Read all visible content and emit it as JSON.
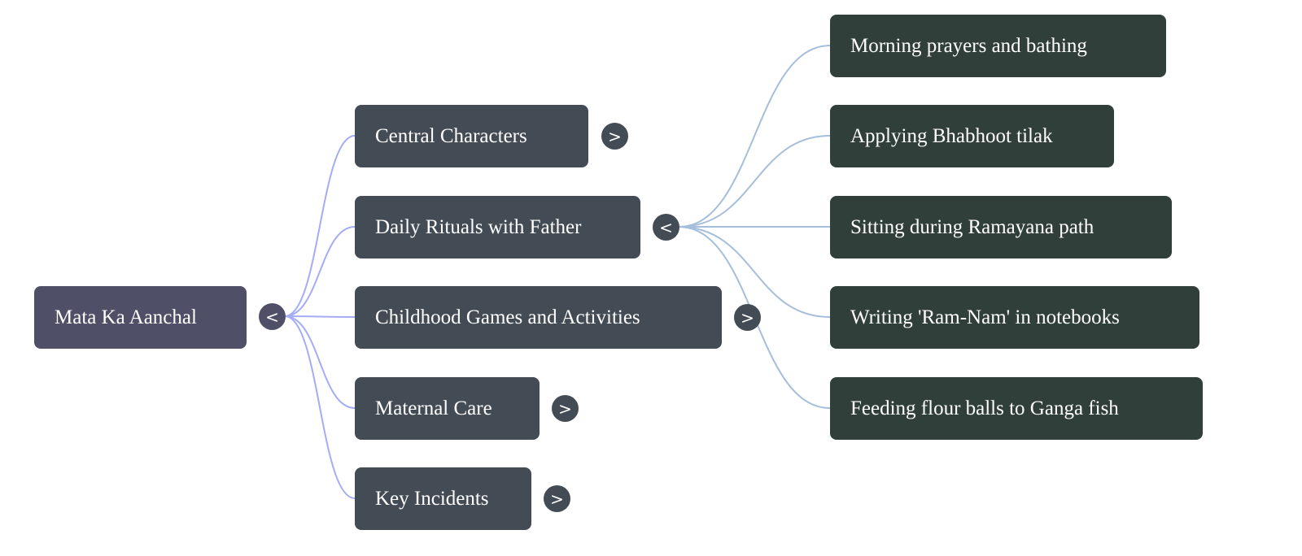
{
  "root": {
    "label": "Mata Ka Aanchal",
    "toggle": "<"
  },
  "branches": [
    {
      "label": "Central Characters",
      "toggle": ">"
    },
    {
      "label": "Daily Rituals with Father",
      "toggle": "<"
    },
    {
      "label": "Childhood Games and Activities",
      "toggle": ">"
    },
    {
      "label": "Maternal Care",
      "toggle": ">"
    },
    {
      "label": "Key Incidents",
      "toggle": ">"
    }
  ],
  "daily_rituals_children": [
    {
      "label": "Morning prayers and bathing"
    },
    {
      "label": "Applying Bhabhoot tilak"
    },
    {
      "label": "Sitting during Ramayana path"
    },
    {
      "label": "Writing 'Ram-Nam' in notebooks"
    },
    {
      "label": "Feeding flour balls to Ganga fish"
    }
  ],
  "colors": {
    "root": "#4f5067",
    "branch": "#434b55",
    "leaf": "#313f3a",
    "root_edge": "#a5acf5",
    "branch_edge": "#a5bedb"
  }
}
